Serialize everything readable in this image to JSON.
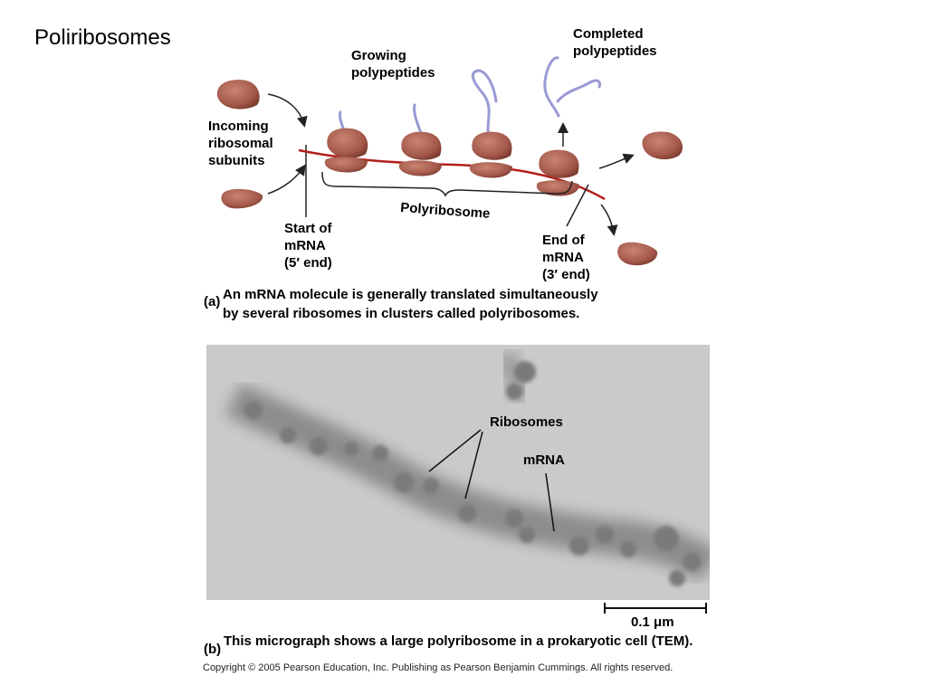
{
  "title": "Poliribosomes",
  "part_a": {
    "panel_label": "(a)",
    "labels": {
      "completed": "Completed\npolypeptides",
      "growing": "Growing\npolypeptides",
      "incoming": "Incoming\nribosomal\nsubunits",
      "start": "Start of\nmRNA\n(5′ end)",
      "end": "End of\nmRNA\n(3′ end)",
      "polyribosome": "Polyribosome"
    },
    "caption": "An mRNA molecule is generally translated simultaneously\nby several ribosomes in clusters called polyribosomes.",
    "colors": {
      "ribosome": "#a4594b",
      "mrna": "#b3201c",
      "polypeptide": "#9a9ad6",
      "arrow": "#222222"
    }
  },
  "part_b": {
    "panel_label": "(b)",
    "labels": {
      "ribosomes": "Ribosomes",
      "mrna": "mRNA",
      "scale": "0.1 μm"
    },
    "caption": "This micrograph shows a large polyribosome in a prokaryotic cell (TEM)."
  },
  "copyright": "Copyright © 2005 Pearson Education, Inc. Publishing as Pearson Benjamin Cummings. All rights reserved."
}
